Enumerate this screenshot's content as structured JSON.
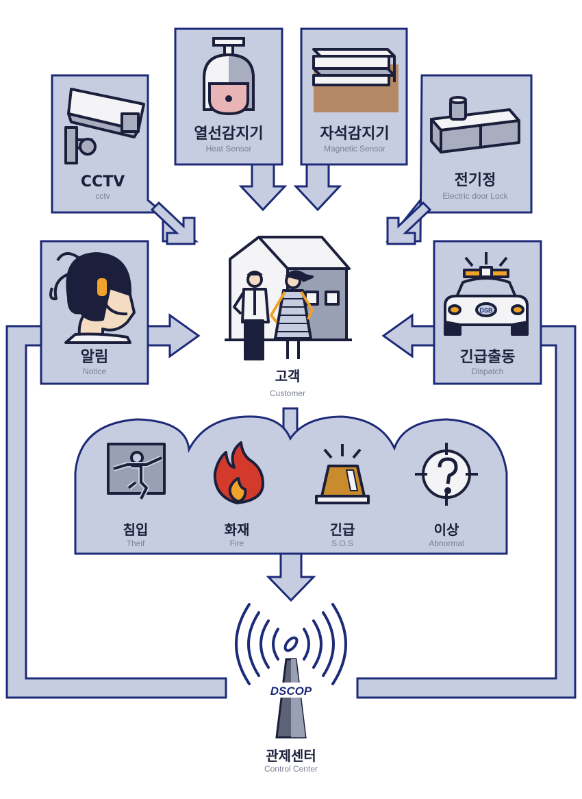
{
  "colors": {
    "panel": "#c7cde0",
    "stroke": "#1c2a78",
    "dark": "#1b1f3b",
    "orange": "#f0a22a",
    "house": "#9aa0b4"
  },
  "sensors": [
    {
      "id": "cctv",
      "title": "CCTV",
      "subtitle": "cctv",
      "icon": "cctv-camera-icon"
    },
    {
      "id": "heat",
      "title": "열선감지기",
      "subtitle": "Heat Sensor",
      "icon": "heat-sensor-icon"
    },
    {
      "id": "magnetic",
      "title": "자석감지기",
      "subtitle": "Magnetic Sensor",
      "icon": "magnetic-sensor-icon"
    },
    {
      "id": "door",
      "title": "전기정",
      "subtitle": "Electric door Lock",
      "icon": "door-lock-icon"
    }
  ],
  "notice": {
    "title": "알림",
    "subtitle": "Notice",
    "icon": "operator-headset-icon"
  },
  "dispatch": {
    "title": "긴급출동",
    "subtitle": "Dispatch",
    "icon": "patrol-car-icon",
    "car_logo": "DSB"
  },
  "customer": {
    "title": "고객",
    "subtitle": "Customer",
    "icon": "house-people-icon"
  },
  "events": [
    {
      "title": "침입",
      "subtitle": "Theif",
      "icon": "intruder-icon"
    },
    {
      "title": "화재",
      "subtitle": "Fire",
      "icon": "fire-icon"
    },
    {
      "title": "긴급",
      "subtitle": "S.O.S",
      "icon": "siren-icon"
    },
    {
      "title": "이상",
      "subtitle": "Abnormal",
      "icon": "question-target-icon"
    }
  ],
  "center": {
    "title": "관제센터",
    "subtitle": "Control Center",
    "brand": "DSCOP",
    "icon": "signal-tower-icon"
  }
}
